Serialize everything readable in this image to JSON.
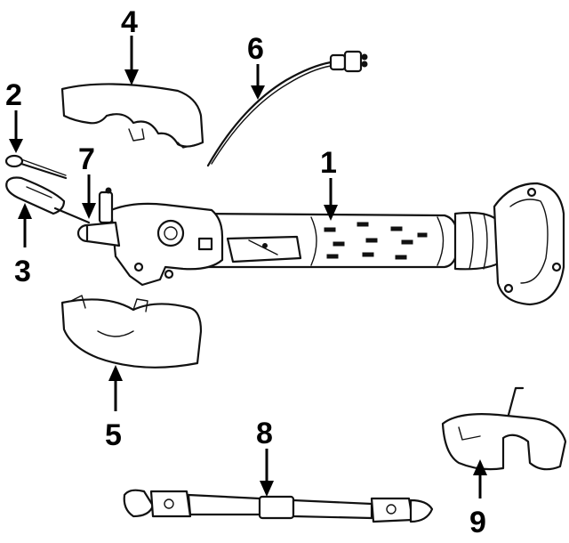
{
  "callouts": [
    {
      "id": "1",
      "label": "1"
    },
    {
      "id": "2",
      "label": "2"
    },
    {
      "id": "3",
      "label": "3"
    },
    {
      "id": "4",
      "label": "4"
    },
    {
      "id": "5",
      "label": "5"
    },
    {
      "id": "6",
      "label": "6"
    },
    {
      "id": "7",
      "label": "7"
    },
    {
      "id": "8",
      "label": "8"
    },
    {
      "id": "9",
      "label": "9"
    }
  ],
  "colors": {
    "ink": "#111111",
    "background": "#ffffff"
  }
}
